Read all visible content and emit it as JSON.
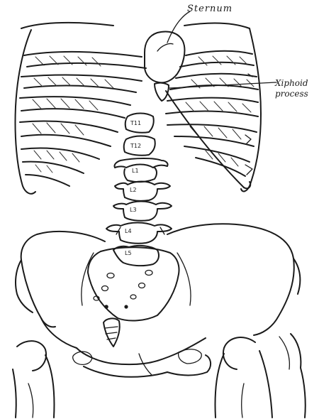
{
  "labels": {
    "sternum": "Sternum",
    "xiphoid_process": "Xiphoid process"
  },
  "vertebrae": [
    "T11",
    "T12",
    "L1",
    "L2",
    "L3",
    "L4",
    "L5"
  ]
}
